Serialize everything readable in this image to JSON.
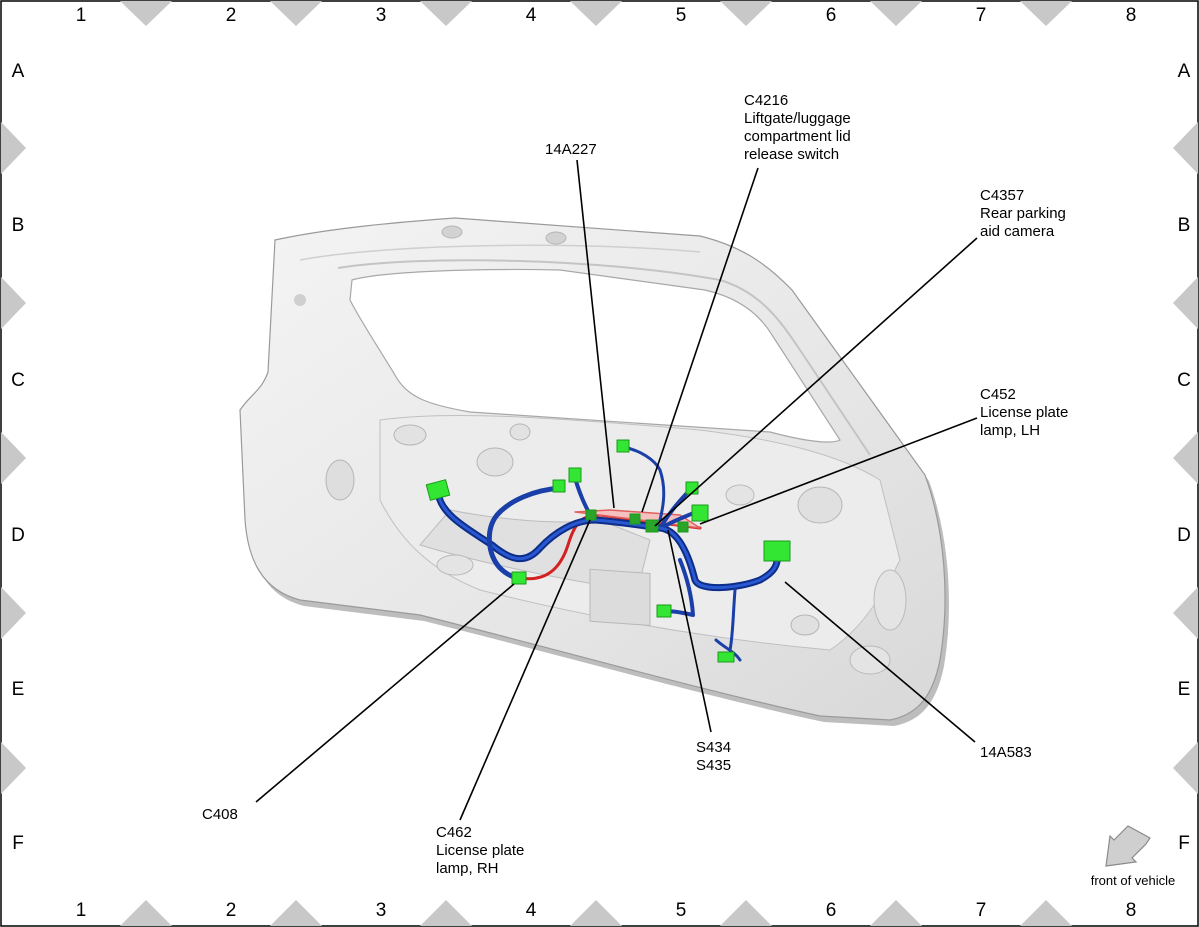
{
  "grid": {
    "columns": [
      "1",
      "2",
      "3",
      "4",
      "5",
      "6",
      "7",
      "8"
    ],
    "rows": [
      "A",
      "B",
      "C",
      "D",
      "E",
      "F"
    ]
  },
  "callouts": {
    "c4216": {
      "lines": [
        "C4216",
        "Liftgate/luggage",
        "compartment lid",
        "release switch"
      ]
    },
    "a14a227": {
      "lines": [
        "14A227"
      ]
    },
    "c4357": {
      "lines": [
        "C4357",
        "Rear parking",
        "aid camera"
      ]
    },
    "c452": {
      "lines": [
        "C452",
        "License plate",
        "lamp, LH"
      ]
    },
    "c408": {
      "lines": [
        "C408"
      ]
    },
    "c462": {
      "lines": [
        "C462",
        "License plate",
        "lamp, RH"
      ]
    },
    "s434": {
      "lines": [
        "S434",
        "S435"
      ]
    },
    "a14a583": {
      "lines": [
        "14A583"
      ]
    }
  },
  "orientation": {
    "label": "front of vehicle"
  },
  "colors": {
    "frame": "#000000",
    "border_marker": "#c8c8c8",
    "panel_fill": "#ececec",
    "panel_shadow": "#bdbdbd",
    "harness_main": "#1a3fa8",
    "harness_red": "#d42020",
    "connector": "#33e633"
  }
}
